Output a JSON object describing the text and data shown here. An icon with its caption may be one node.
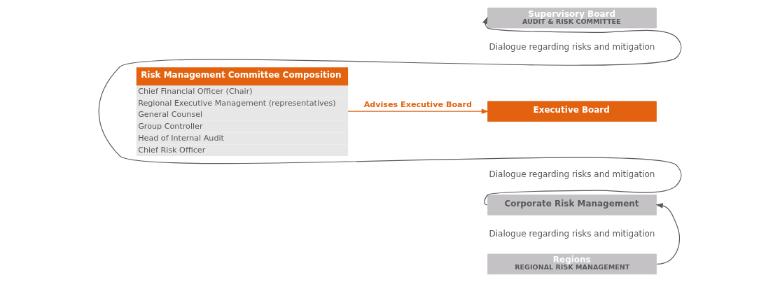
{
  "diagram": {
    "nodes": [
      {
        "text": [
          "Supervisory Board",
          "AUDIT & RISK COMMITTEE"
        ]
      },
      {
        "text": [
          "Executive Board"
        ]
      },
      {
        "text": [
          "Corporate Risk Management"
        ]
      },
      {
        "text": [
          "Regions",
          "REGIONAL RISK MANAGEMENT"
        ]
      },
      {
        "text": [
          "Risk Management Committee Composition",
          "Chief Financial Officer (Chair)",
          "Regional Executive Management (representatives)",
          "General Counsel",
          "Group Controller",
          "Head of Internal Audit",
          "Chief Risk Officer"
        ]
      }
    ],
    "edges": [
      {
        "from": 2,
        "to": 0,
        "arrow": "to"
      },
      {
        "from": 3,
        "to": 2,
        "arrow": "to"
      },
      {
        "from": 4,
        "to": 1,
        "arrow": "to",
        "label": "Advises Executive Board",
        "color": "#e2620f"
      }
    ],
    "labels": [
      "Dialogue regarding risks and mitigation",
      "Dialogue regarding risks and mitigation",
      "Dialogue regarding risks and mitigation"
    ]
  }
}
